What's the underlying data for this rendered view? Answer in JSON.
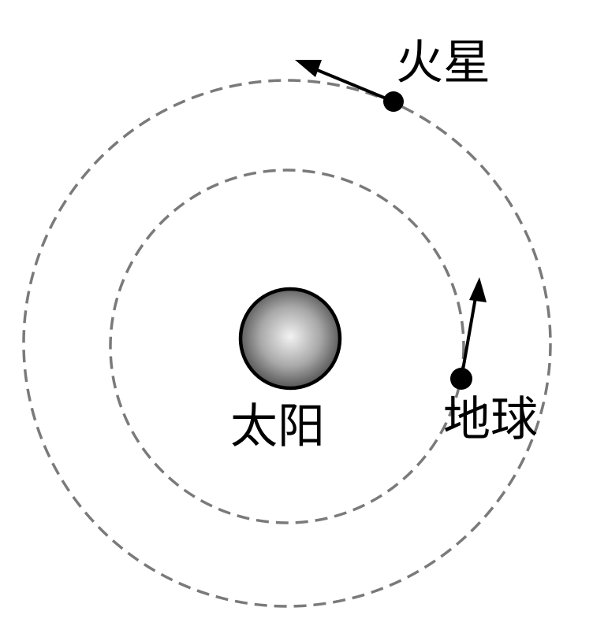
{
  "labels": {
    "sun": "太阳",
    "earth": "地球",
    "mars": "火星"
  },
  "colors": {
    "orbit": "#7a7a7a",
    "sun_center": "#f2f2f2",
    "sun_edge": "#4a4a4a",
    "ink": "#000000"
  }
}
